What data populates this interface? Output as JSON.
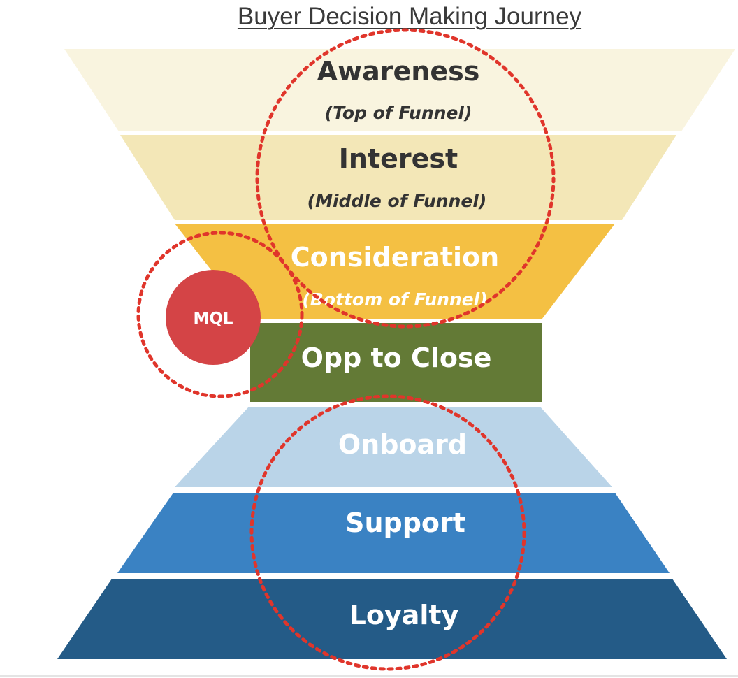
{
  "title": "Buyer Decision Making Journey",
  "stages": [
    {
      "label": "Awareness",
      "sub": "(Top of Funnel)",
      "color": "#f9f4df",
      "text_color": "#333333",
      "sub_color": "#333333"
    },
    {
      "label": "Interest",
      "sub": "(Middle of Funnel)",
      "color": "#f3e7b7",
      "text_color": "#333333",
      "sub_color": "#333333"
    },
    {
      "label": "Consideration",
      "sub": "(Bottom of Funnel)",
      "color": "#f4c043",
      "text_color": "#ffffff",
      "sub_color": "#ffffff"
    },
    {
      "label": "Opp to Close",
      "sub": "",
      "color": "#637a36",
      "text_color": "#ffffff",
      "sub_color": "#ffffff"
    },
    {
      "label": "Onboard",
      "sub": "",
      "color": "#bad4e8",
      "text_color": "#ffffff",
      "sub_color": "#ffffff"
    },
    {
      "label": "Support",
      "sub": "",
      "color": "#3a82c3",
      "text_color": "#ffffff",
      "sub_color": "#ffffff"
    },
    {
      "label": "Loyalty",
      "sub": "",
      "color": "#245b87",
      "text_color": "#ffffff",
      "sub_color": "#ffffff"
    }
  ],
  "badge": {
    "label": "MQL",
    "color": "#d44446",
    "text_color": "#ffffff"
  },
  "dotted_circle_color": "#e0352b"
}
